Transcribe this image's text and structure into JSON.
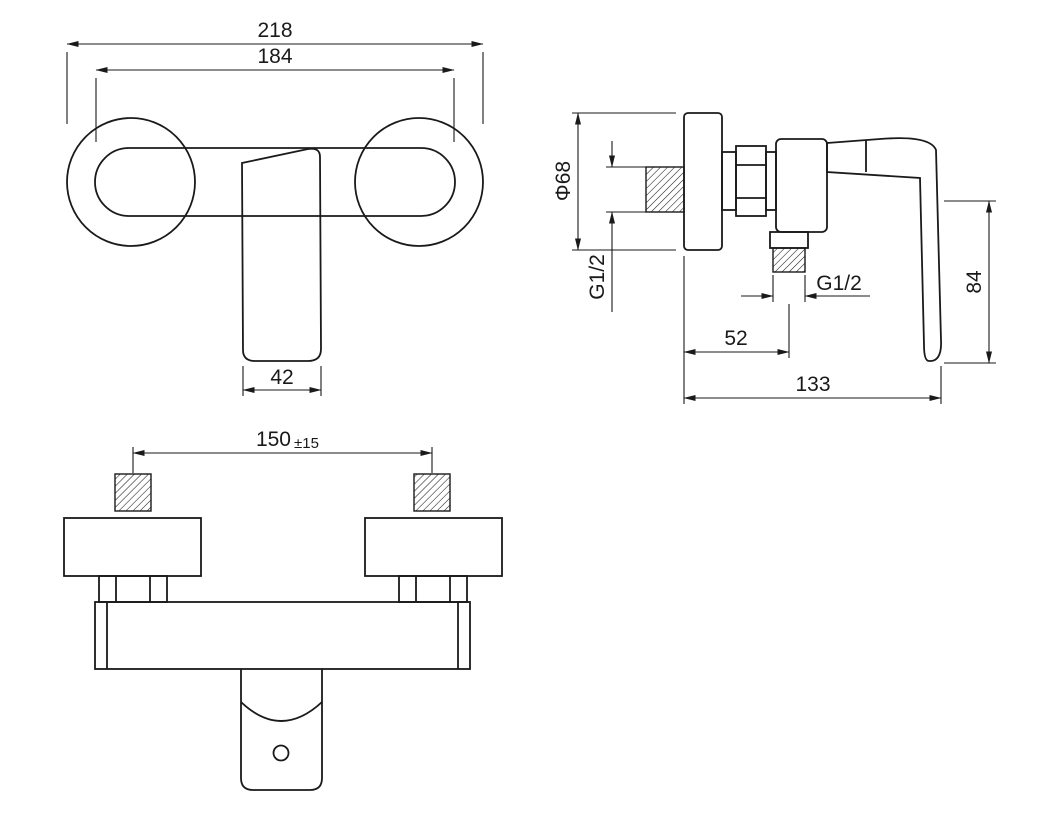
{
  "views": {
    "front": {
      "dim_overall_width": "218",
      "dim_body_width": "184",
      "dim_handle_width": "42"
    },
    "side": {
      "dim_flange_diameter": "Φ68",
      "label_inlet_thread": "G1/2",
      "label_outlet_thread": "G1/2",
      "dim_outlet_offset": "52",
      "dim_total_depth": "133",
      "dim_handle_drop": "84"
    },
    "bottom": {
      "dim_hole_spacing": "150",
      "dim_hole_spacing_tolerance": "±15"
    }
  },
  "style": {
    "line_color": "#1a1a1a",
    "background": "#ffffff"
  }
}
